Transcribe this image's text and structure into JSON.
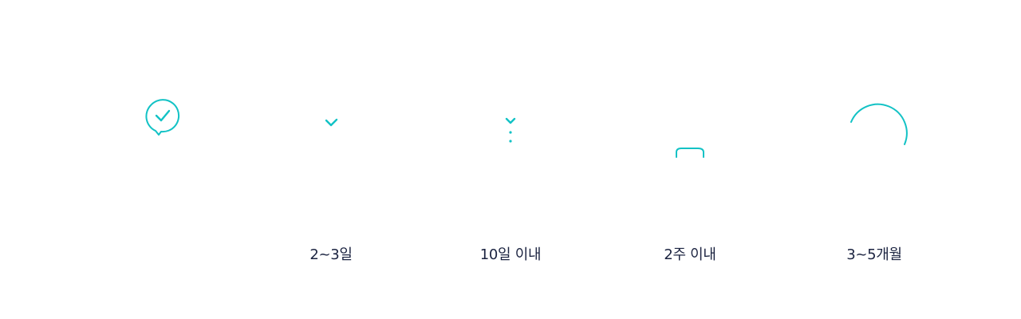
{
  "theme": {
    "accent": "#12c2c5",
    "label_color": "#1b2340"
  },
  "steps": [
    {
      "icon": "chat-check-icon",
      "label": ""
    },
    {
      "icon": "check-icon",
      "label": "2~3일"
    },
    {
      "icon": "check-dots-icon",
      "label": "10일 이내"
    },
    {
      "icon": "loading-bar-icon",
      "label": "2주 이내"
    },
    {
      "icon": "progress-arc-icon",
      "label": "3~5개월"
    }
  ]
}
